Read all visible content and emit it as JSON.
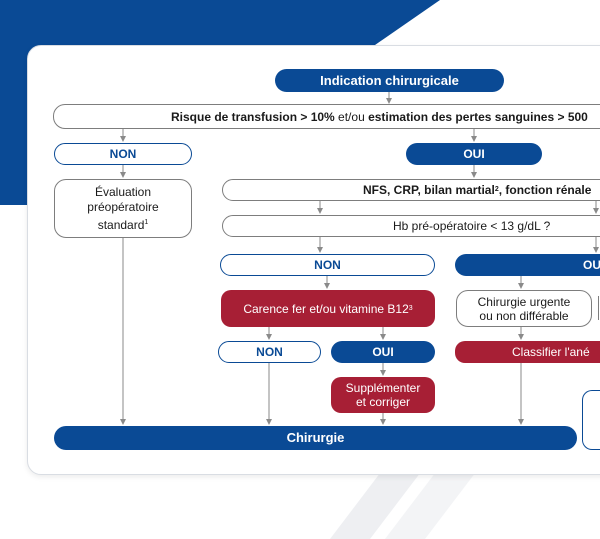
{
  "colors": {
    "primary": "#0a4a95",
    "accent": "#a71f35",
    "connector": "#8a8a8a",
    "border": "#7d7d7d"
  },
  "nodes": {
    "indication": "Indication chirurgicale",
    "risque_part1": "Risque de transfusion > 10%",
    "risque_part2": " et/ou ",
    "risque_part3": "estimation des pertes sanguines > 500",
    "non_1": "NON",
    "oui_1": "OUI",
    "evaluation": "Évaluation préopératoire standard",
    "evaluation_ref": "1",
    "nfs": "NFS, CRP, bilan martial",
    "nfs_ref": "2",
    "nfs_tail": ", fonction rénale",
    "hb": "Hb pré-opératoire < 13 g/dL ?",
    "non_2": "NON",
    "oui_2": "OU",
    "carence": "Carence fer et/ou vitamine B12",
    "carence_ref": "3",
    "chirurgie_urgente_l1": "Chirurgie urgente",
    "chirurgie_urgente_l2": "ou non différable",
    "non_3": "NON",
    "oui_3": "OUI",
    "classifier": "Classifier l'ané",
    "supplementer_l1": "Supplémenter",
    "supplementer_l2": "et corriger",
    "chirurgie": "Chirurgie"
  }
}
